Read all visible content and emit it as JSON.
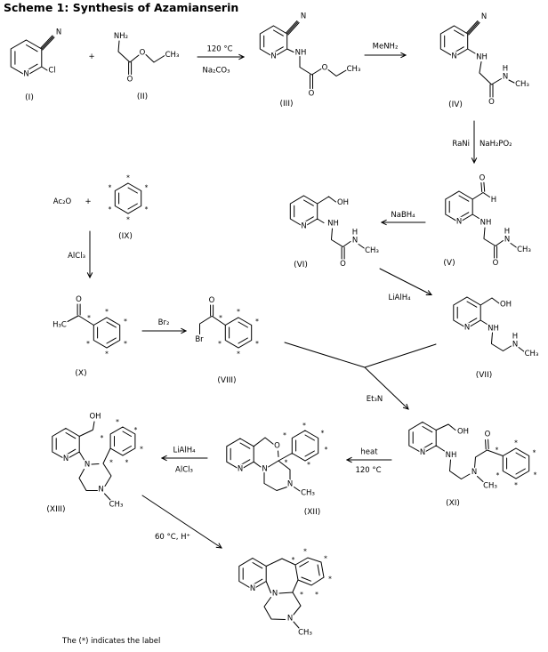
{
  "title": "Scheme 1:  Synthesis of Azamianserin",
  "footer": "The (*) indicates the label",
  "atoms": {
    "N": "N",
    "NH": "NH",
    "NH2": "NH₂",
    "O": "O",
    "OH": "OH",
    "H": "H",
    "CH3": "CH₃",
    "H3C": "H₃C",
    "Cl": "Cl",
    "Br": "Br",
    "star": "*",
    "plus": "+"
  },
  "compound_labels": {
    "I": "(I)",
    "II": "(II)",
    "III": "(III)",
    "IV": "(IV)",
    "V": "(V)",
    "VI": "(VI)",
    "VII": "(VII)",
    "VIII": "(VIII)",
    "IX": "(IX)",
    "X": "(X)",
    "XI": "(XI)",
    "XII": "(XII)",
    "XIII": "(XIII)"
  },
  "reagents": {
    "ac2o": "Ac₂O",
    "step1_temp": "120 °C",
    "step1_base": "Na₂CO₃",
    "step2": "MeNH₂",
    "step3_cat": "RaNi",
    "step3_red": "NaH₂PO₂",
    "step4": "NaBH₄",
    "step5": "AlCl₃",
    "step6": "Br₂",
    "step7": "LiAlH₄",
    "step8": "Et₃N",
    "step9_a": "heat",
    "step9_b": "120 °C",
    "step10_a": "LiAlH₄",
    "step10_b": "AlCl₃",
    "step11": "60 °C, H⁺"
  }
}
